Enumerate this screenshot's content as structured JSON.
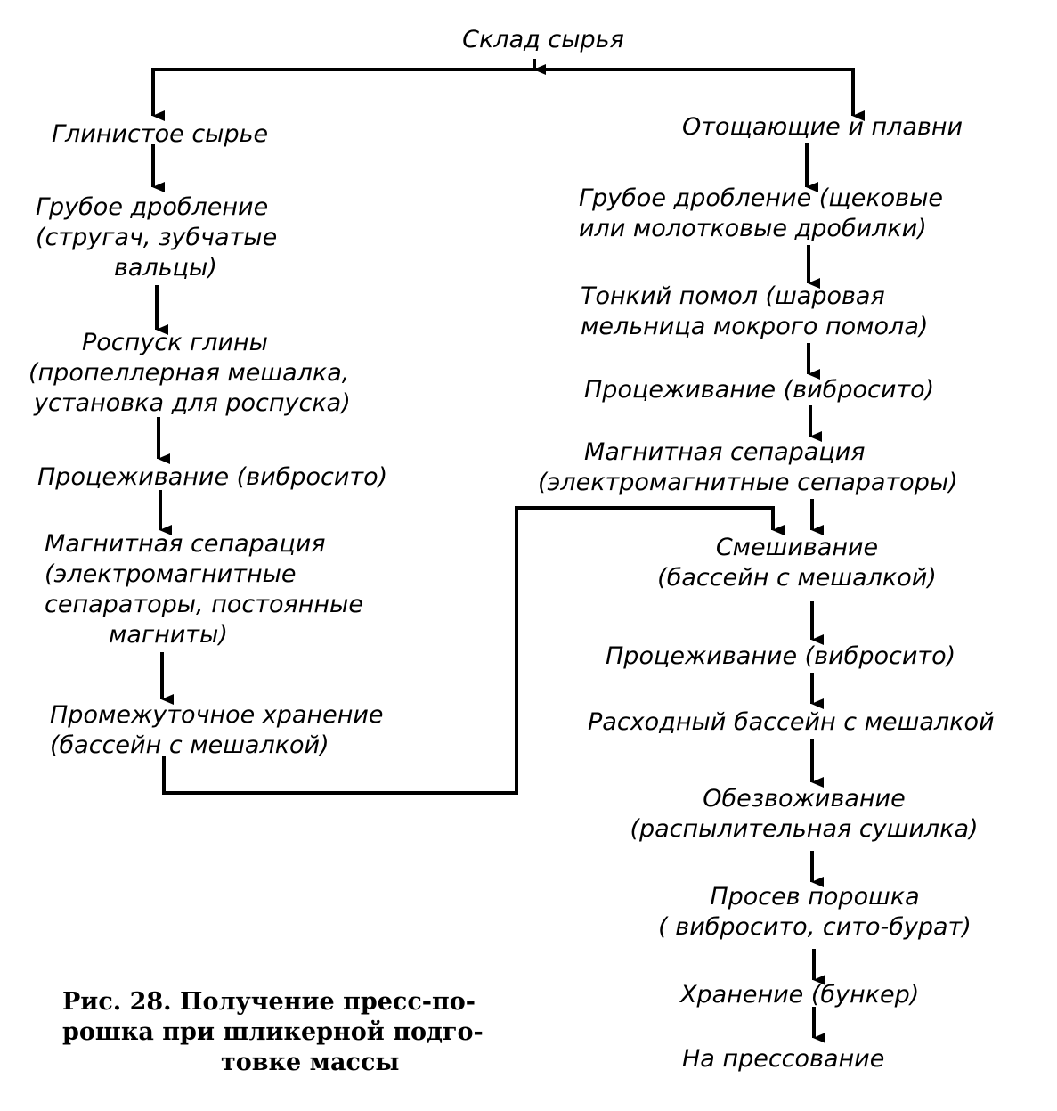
{
  "root": "Склад сырья",
  "left_column": [
    [
      "Глинистое сырье"
    ],
    [
      "Грубое дробление",
      "(стругач, зубчатые",
      "вальцы)"
    ],
    [
      "Роспуск глины",
      "(пропеллерная мешалка,",
      "установка для роспуска)"
    ],
    [
      "Процеживание (вибросито)"
    ],
    [
      "Магнитная сепарация",
      "(электромагнитные",
      "сепараторы, постоянные",
      "магниты)"
    ],
    [
      "Промежуточное хранение",
      "(бассейн с мешалкой)"
    ]
  ],
  "right_column": [
    [
      "Отощающие и плавни"
    ],
    [
      "Грубое дробление (щековые",
      "или молотковые дробилки)"
    ],
    [
      "Тонкий помол (шаровая",
      "мельница мокрого помола)"
    ],
    [
      "Процеживание (вибросито)"
    ],
    [
      "Магнитная сепарация",
      "(электромагнитные сепараторы)"
    ],
    [
      "Смешивание",
      "(бассейн с мешалкой)"
    ],
    [
      "Процеживание (вибросито)"
    ],
    [
      "Расходный бассейн с мешалкой"
    ],
    [
      "Обезвоживание",
      "(распылительная сушилка)"
    ],
    [
      "Просев порошка",
      "( вибросито, сито-бурат)"
    ],
    [
      "Хранение (бункер)"
    ],
    [
      "На прессование"
    ]
  ],
  "caption": [
    "Рис. 28. Получение пресс-по-",
    "рошка при шликерной подго-",
    "товке массы"
  ]
}
